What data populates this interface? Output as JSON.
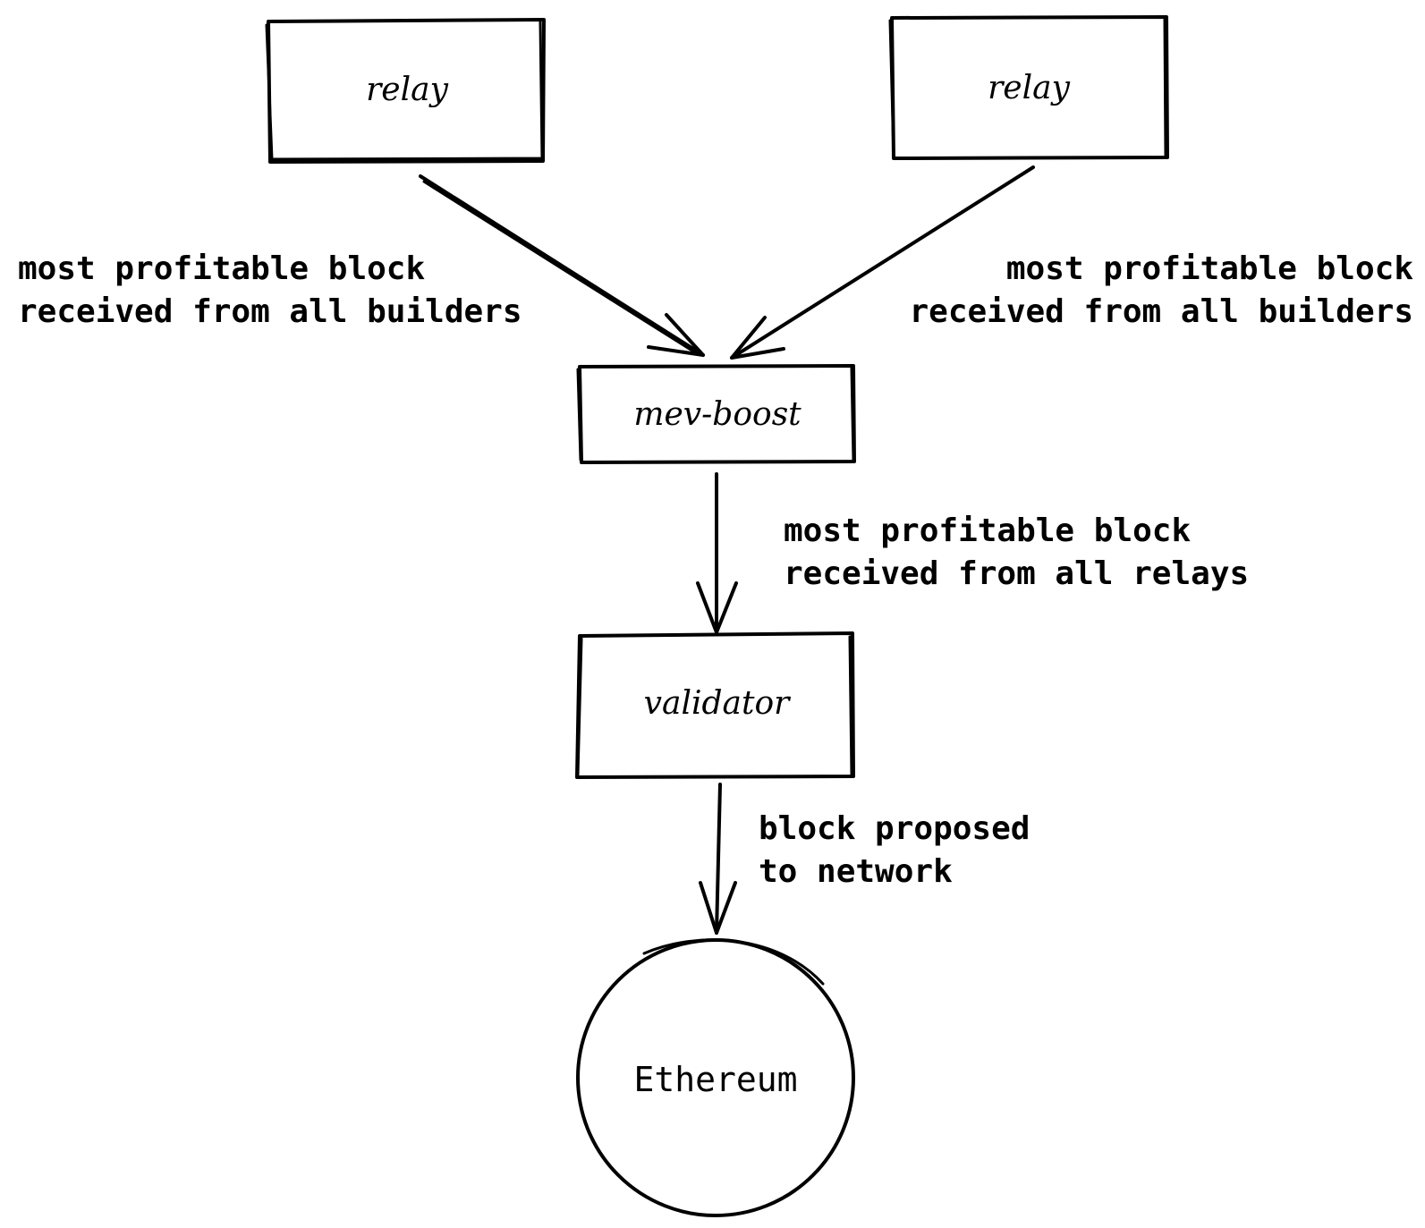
{
  "nodes": {
    "relay_left": {
      "label": "relay"
    },
    "relay_right": {
      "label": "relay"
    },
    "mev_boost": {
      "label": "mev-boost"
    },
    "validator": {
      "label": "validator"
    },
    "ethereum": {
      "label": "Ethereum"
    }
  },
  "edges": {
    "relay_left_to_mevboost": {
      "line1": "most profitable block",
      "line2": "received from all builders"
    },
    "relay_right_to_mevboost": {
      "line1": "most profitable block",
      "line2": "received from all builders"
    },
    "mevboost_to_validator": {
      "line1": "most profitable block",
      "line2": "received from all relays"
    },
    "validator_to_ethereum": {
      "line1": "block proposed",
      "line2": "to network"
    }
  },
  "colors": {
    "background": "#ffffff",
    "stroke": "#000000"
  }
}
